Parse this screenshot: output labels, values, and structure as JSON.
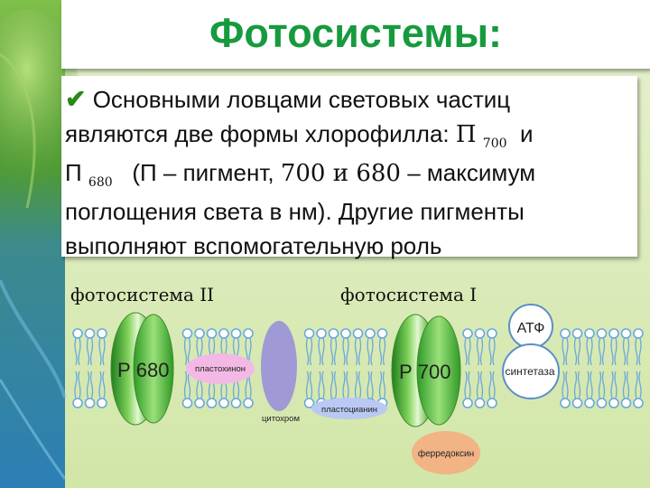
{
  "title": "Фотосистемы:",
  "body": {
    "line1_rest": " Основными ловцами световых частиц",
    "line2_a": "являются две формы хлорофилла: ",
    "p_letter_serif": "П",
    "sub700": "700",
    "line2_b": "и",
    "p_letter": "П",
    "sub680": "680",
    "line3_a": "(П – пигмент, ",
    "line3_nums": "700 и 680",
    "line3_b": " – максимум",
    "line4": "поглощения света в нм). Другие пигменты",
    "line5": "выполняют вспомогательную роль"
  },
  "diagram": {
    "ps2_label": "фотосистема II",
    "ps1_label": "фотосистема I",
    "p680": "Р 680",
    "p700": "Р 700",
    "plastoquinone": "пластохинон",
    "cytochrome": "цитохром",
    "plastocyanin": "пластоцианин",
    "ferredoxin": "ферредоксин",
    "atp": "АТФ",
    "synthase": "синтетаза"
  },
  "colors": {
    "title": "#179a3e",
    "pigment_green": "#2fa52a",
    "cytochrome": "#9f9ad6",
    "plastoquinone": "#f3b9e4",
    "plastocyanin": "#b9c9f3",
    "ferredoxin": "#f2b385",
    "lipid_head": "#6aa8dc"
  }
}
